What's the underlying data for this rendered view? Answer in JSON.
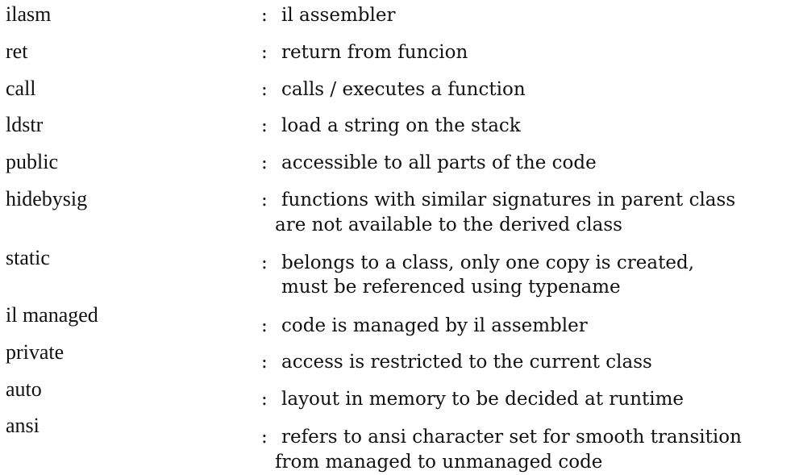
{
  "entries": [
    {
      "term": "ilasm",
      "definition": "il assembler"
    },
    {
      "term": "ret",
      "definition": "return from funcion"
    },
    {
      "term": "call",
      "definition": "calls / executes a function"
    },
    {
      "term": "ldstr",
      "definition": "load a string on the stack"
    },
    {
      "term": "public",
      "definition": "accessible to all parts of the code"
    },
    {
      "term": "hidebysig",
      "definition": "functions with similar signatures in parent class",
      "definition_cont": "are not available to the derived class"
    },
    {
      "term": "static",
      "definition": "belongs to a class, only one copy is created,",
      "definition_cont": "must be referenced using typename"
    },
    {
      "term": "il managed",
      "definition": "code is managed by il assembler"
    },
    {
      "term": "private",
      "definition": "access is restricted to the current class"
    },
    {
      "term": "auto",
      "definition": "layout in memory to be decided at runtime"
    },
    {
      "term": "ansi",
      "definition": "refers to ansi character set for smooth transition",
      "definition_cont": "from managed to unmanaged code"
    }
  ],
  "separator": ":"
}
